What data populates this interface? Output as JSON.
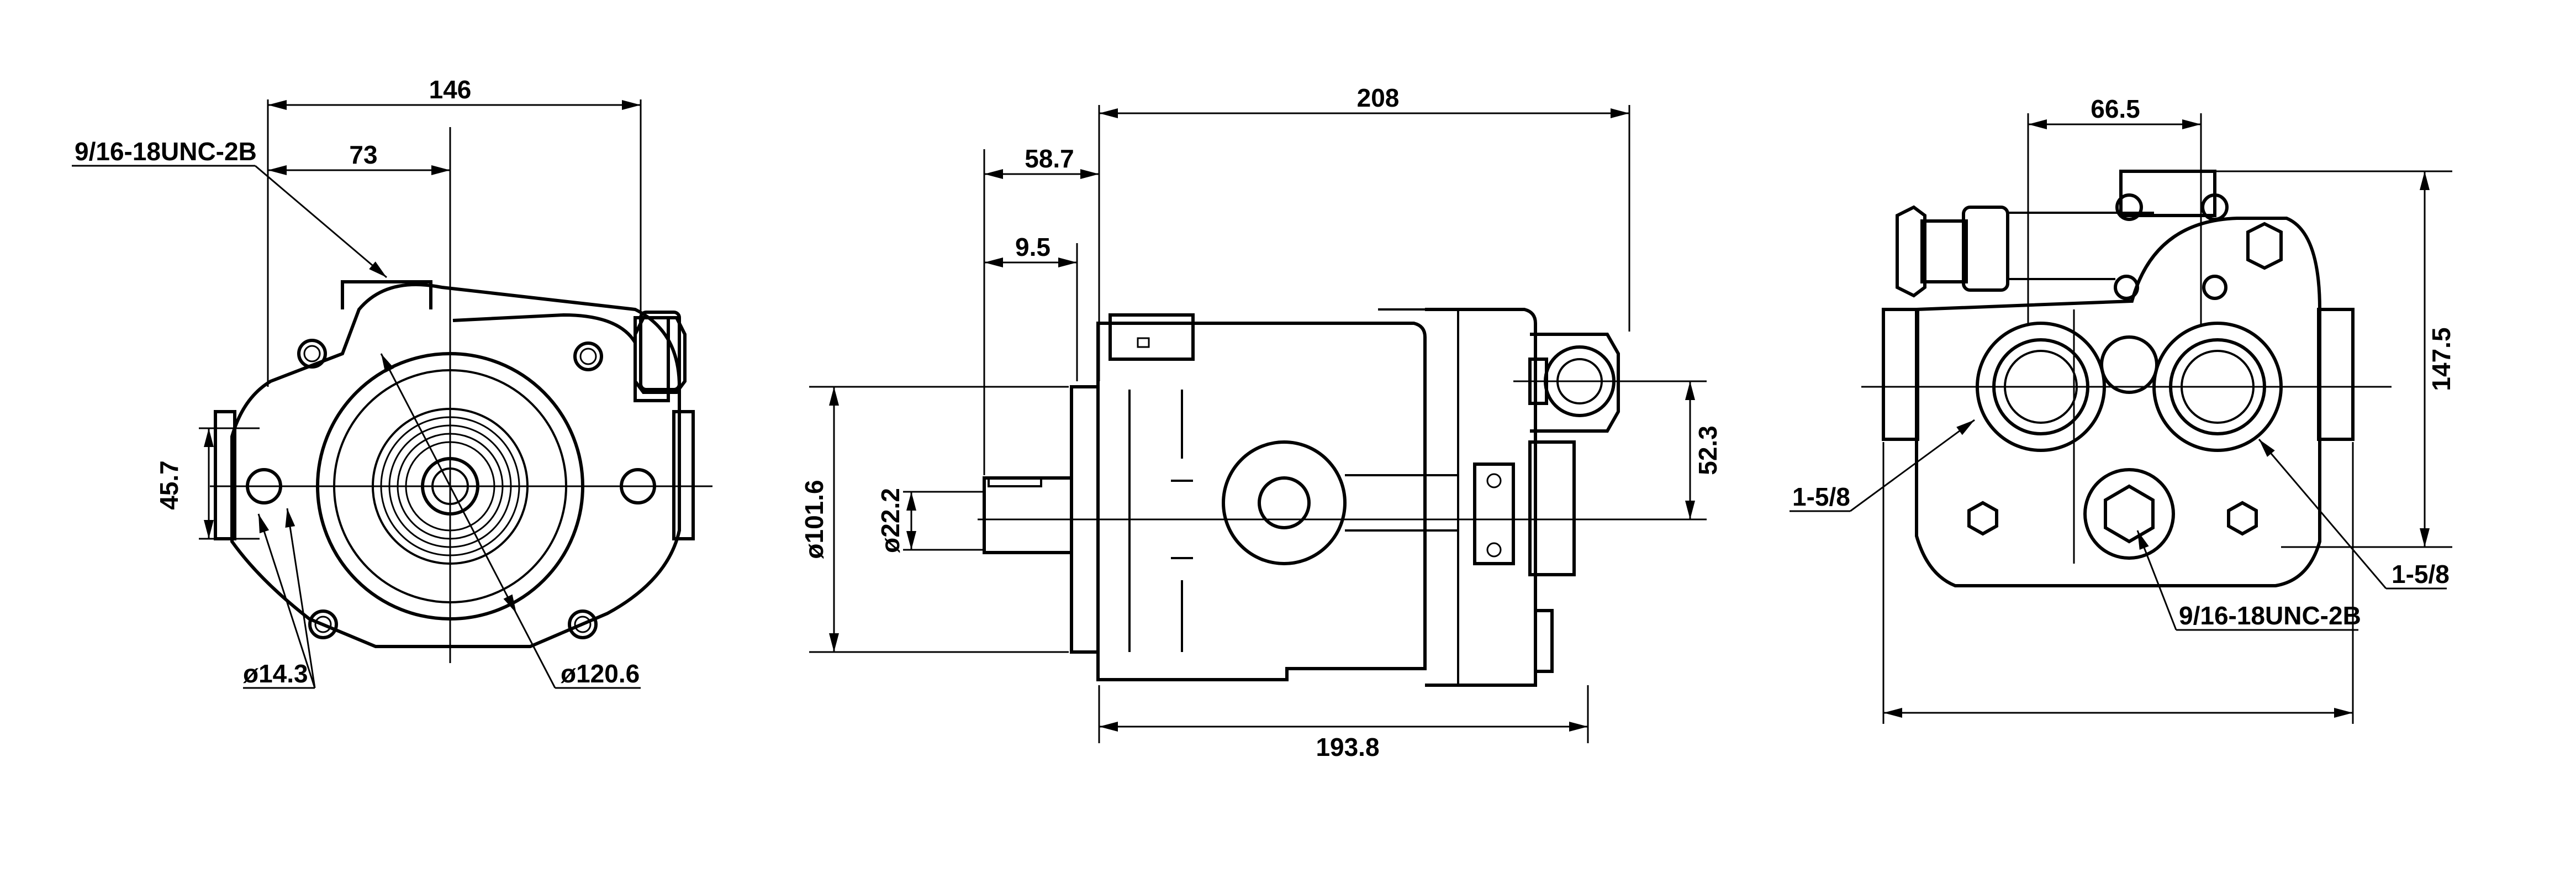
{
  "views": {
    "front": {
      "width_overall": "146",
      "width_half": "73",
      "port_thread": "9/16-18UNC-2B",
      "mount_height": "45.7",
      "hole_dia": "ø14.3",
      "pilot_dia": "ø120.6"
    },
    "side": {
      "length_overall": "208",
      "shaft_length": "58.7",
      "key_offset": "9.5",
      "flange_dia": "ø101.6",
      "shaft_dia": "ø22.2",
      "valve_offset": "52.3",
      "body_length": "193.8"
    },
    "rear": {
      "port_spacing": "66.5",
      "height": "147.5",
      "port_left": "1-5/8",
      "port_right": "1-5/8",
      "drain_thread": "9/16-18UNC-2B"
    }
  }
}
